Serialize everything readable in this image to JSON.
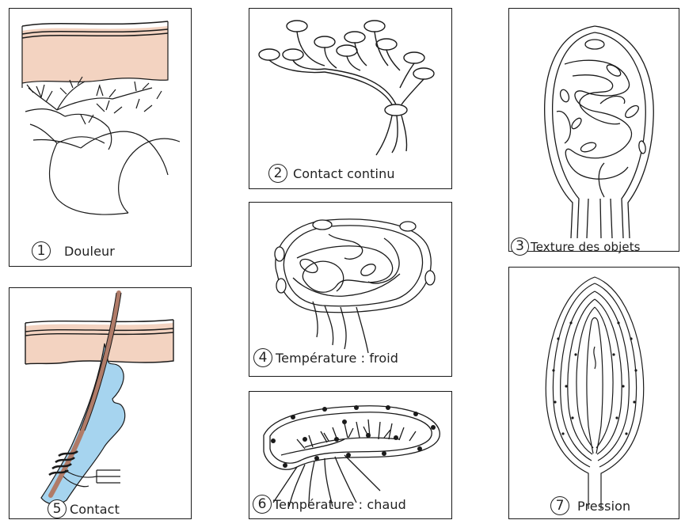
{
  "colors": {
    "outline": "#1a1a1a",
    "skin": "#f3d3c1",
    "follicle": "#a6d4ef",
    "hair": "#b07b68"
  },
  "panels": [
    {
      "id": "douleur",
      "number": "1",
      "label": "Douleur",
      "icon": "free-nerve-endings-icon"
    },
    {
      "id": "contact-continu",
      "number": "2",
      "label": "Contact continu",
      "icon": "merkel-disc-icon"
    },
    {
      "id": "texture",
      "number": "3",
      "label": "Texture des objets",
      "icon": "meissner-corpuscle-icon"
    },
    {
      "id": "froid",
      "number": "4",
      "label": "Température : froid",
      "icon": "krause-bulb-icon"
    },
    {
      "id": "contact",
      "number": "5",
      "label": "Contact",
      "icon": "hair-follicle-receptor-icon"
    },
    {
      "id": "chaud",
      "number": "6",
      "label": "Température : chaud",
      "icon": "ruffini-ending-icon"
    },
    {
      "id": "pression",
      "number": "7",
      "label": "Pression",
      "icon": "pacinian-corpuscle-icon"
    }
  ]
}
